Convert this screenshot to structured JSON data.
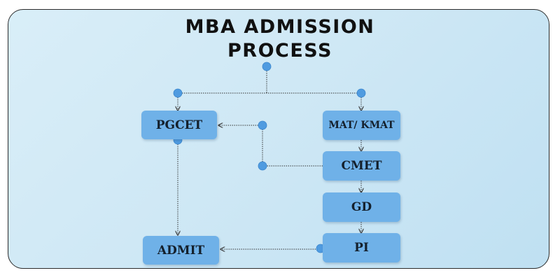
{
  "title": {
    "line1": "MBA  ADMISSION",
    "line2": "PROCESS"
  },
  "nodes": {
    "pgcet": "PGCET",
    "mat_kmat": "MAT/ KMAT",
    "cmet": "CMET",
    "gd": "GD",
    "pi": "PI",
    "admit": "ADMIT"
  },
  "colors": {
    "background": "#cfe8f5",
    "box": "#6fb1e8",
    "dot": "#4f9be0",
    "line": "#333333"
  }
}
